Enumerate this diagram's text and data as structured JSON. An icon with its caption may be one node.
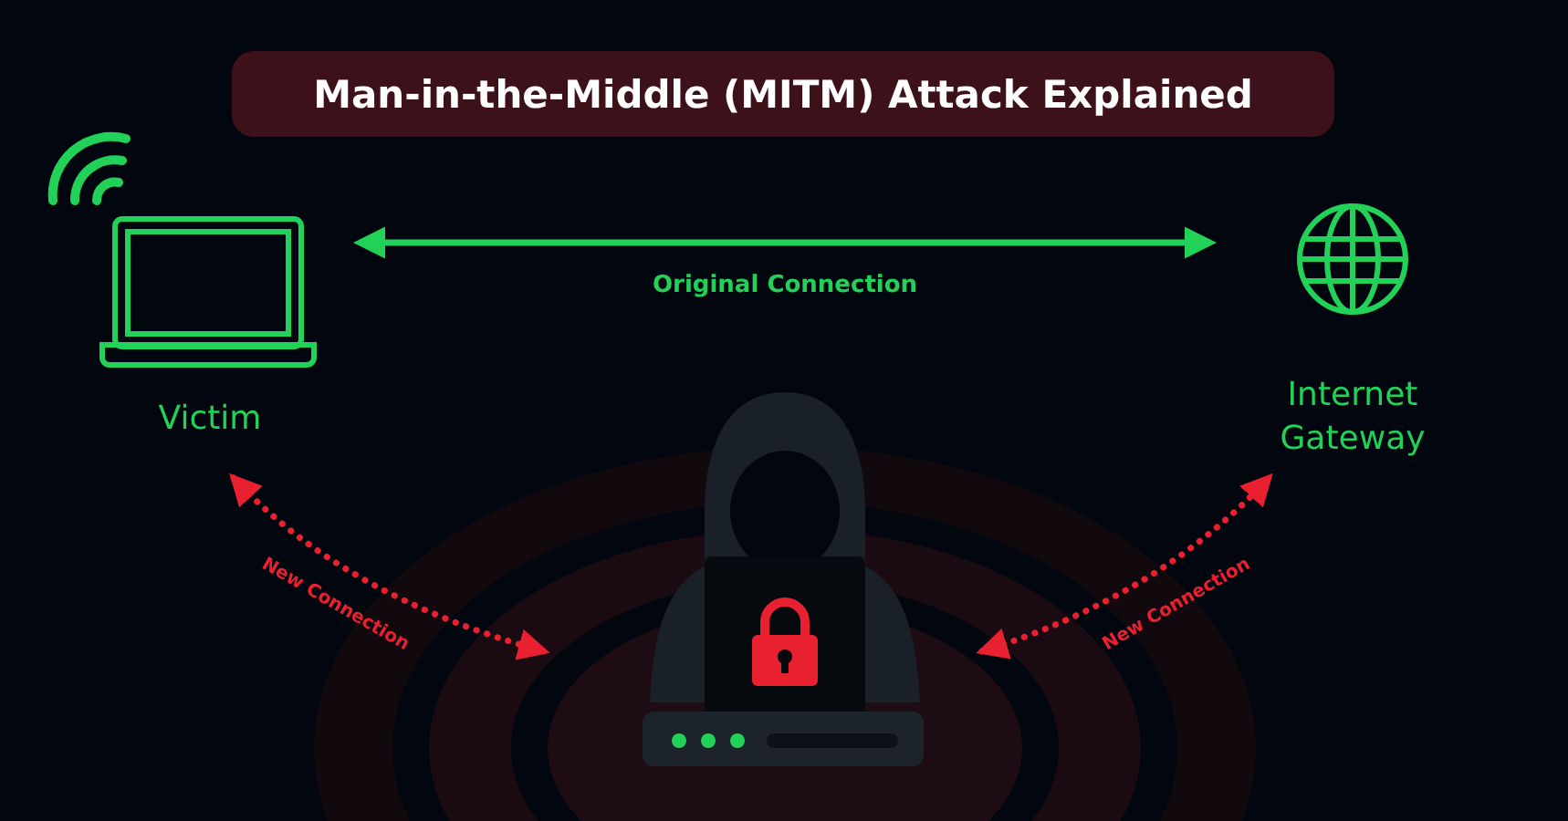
{
  "diagram": {
    "title": "Man-in-the-Middle (MITM) Attack Explained",
    "nodes": [
      {
        "text": [
          "Victim"
        ]
      },
      {
        "text": [
          "Internet Gateway"
        ]
      },
      {
        "text": [],
        "shape": "picture"
      }
    ],
    "edges": [
      {
        "from": 0,
        "to": 1,
        "arrow": "both",
        "label": "Original Connection",
        "color": "#22d158"
      },
      {
        "from": 0,
        "to": 2,
        "arrow": "both",
        "label": "New Connection",
        "style": "dashed"
      },
      {
        "from": 2,
        "to": 1,
        "arrow": "both",
        "label": "New Connection",
        "style": "dashed"
      }
    ]
  }
}
